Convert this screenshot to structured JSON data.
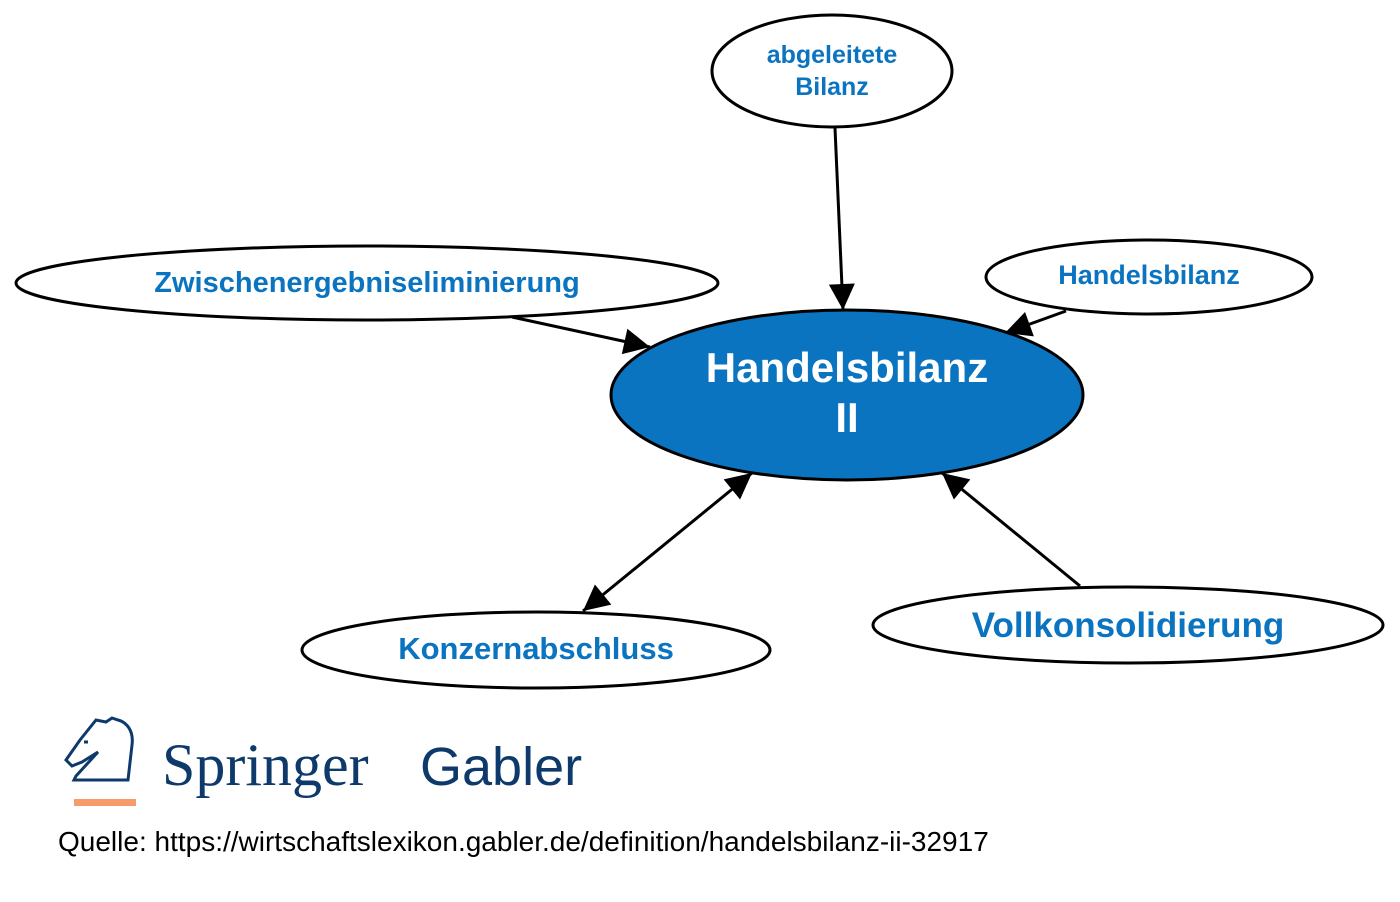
{
  "diagram": {
    "center": {
      "line1": "Handelsbilanz",
      "line2": "II"
    },
    "nodes": {
      "abgeleitete": {
        "line1": "abgeleitete",
        "line2": "Bilanz"
      },
      "zwischen": "Zwischenergebniseliminierung",
      "handelsbilanz": "Handelsbilanz",
      "konzern": "Konzernabschluss",
      "voll": "Vollkonsolidierung"
    }
  },
  "logo": {
    "text": "Springer Gabler"
  },
  "footer": {
    "source": "Quelle: https://wirtschaftslexikon.gabler.de/definition/handelsbilanz-ii-32917"
  },
  "colors": {
    "accent": "#0a74c0",
    "logo": "#0d3a6b",
    "logo_bar": "#f79b6a"
  }
}
